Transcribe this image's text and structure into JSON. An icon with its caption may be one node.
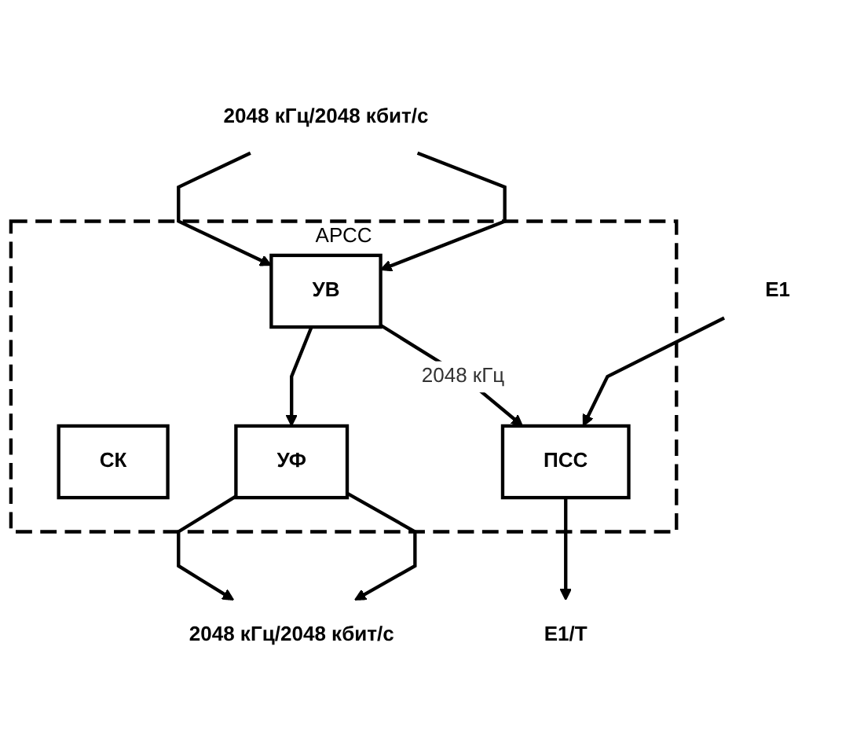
{
  "diagram": {
    "nodes": [
      {
        "text": [
          "АРСС"
        ]
      },
      {
        "text": [
          "СК"
        ],
        "in": 0
      },
      {
        "text": [
          "УВ"
        ],
        "in": 0
      },
      {
        "text": [
          "УФ"
        ],
        "in": 0
      },
      {
        "text": [
          "ПСС"
        ],
        "in": 0
      },
      {
        "text": [
          "2048 кГц/2048 кбит/с"
        ]
      },
      {
        "text": [
          "E1"
        ]
      },
      {
        "text": [
          "2048 кГц/2048 кбит/с"
        ]
      },
      {
        "text": [
          "E1/T"
        ]
      }
    ],
    "edges": [
      {
        "from": 5,
        "to": 2,
        "arrow": "to"
      },
      {
        "from": 5,
        "to": 2,
        "arrow": "to"
      },
      {
        "from": 2,
        "to": 3,
        "arrow": "to"
      },
      {
        "from": 2,
        "to": 4,
        "arrow": "to",
        "label": "2048 кГц"
      },
      {
        "from": 6,
        "to": 4,
        "arrow": "to"
      },
      {
        "from": 3,
        "to": 7,
        "arrow": "to"
      },
      {
        "from": 3,
        "to": 7,
        "arrow": "to"
      },
      {
        "from": 4,
        "to": 8,
        "arrow": "to"
      }
    ]
  }
}
